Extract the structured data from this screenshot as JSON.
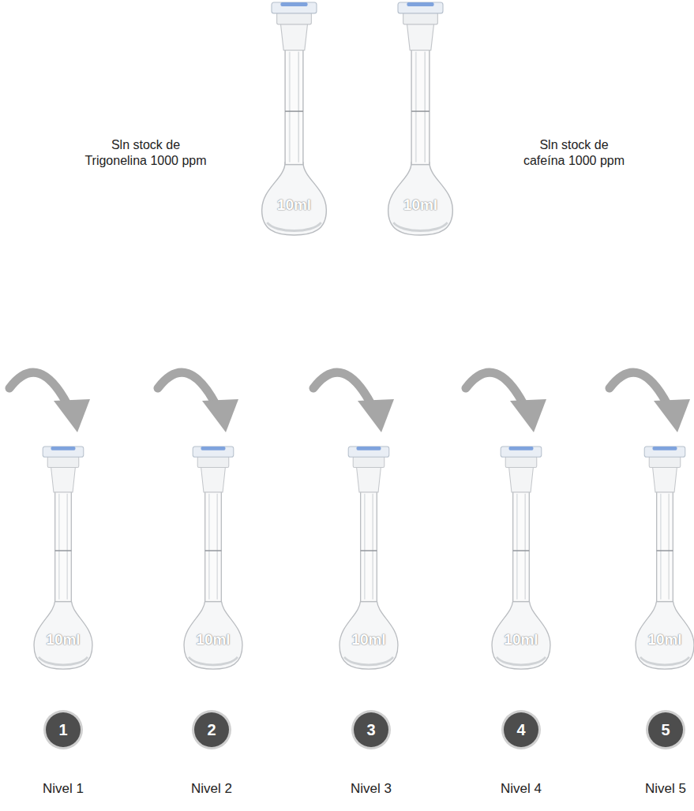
{
  "diagram": {
    "nodes": [
      {
        "text": [
          "Sln stock de Trigonelina 1000 ppm",
          "10ml"
        ]
      },
      {
        "text": [
          "Sln stock de cafeína 1000 ppm",
          "10ml"
        ]
      },
      {
        "text": [
          "10ml"
        ]
      },
      {
        "text": [
          "10ml"
        ]
      },
      {
        "text": [
          "10ml"
        ]
      },
      {
        "text": [
          "10ml"
        ]
      },
      {
        "text": [
          "10ml"
        ]
      },
      {
        "text": [
          "1",
          "Nivel 1"
        ]
      },
      {
        "text": [
          "2",
          "Nivel 2"
        ]
      },
      {
        "text": [
          "3",
          "Nivel 3"
        ]
      },
      {
        "text": [
          "4",
          "Nivel 4"
        ]
      },
      {
        "text": [
          "5",
          "Nivel 5"
        ]
      }
    ]
  }
}
